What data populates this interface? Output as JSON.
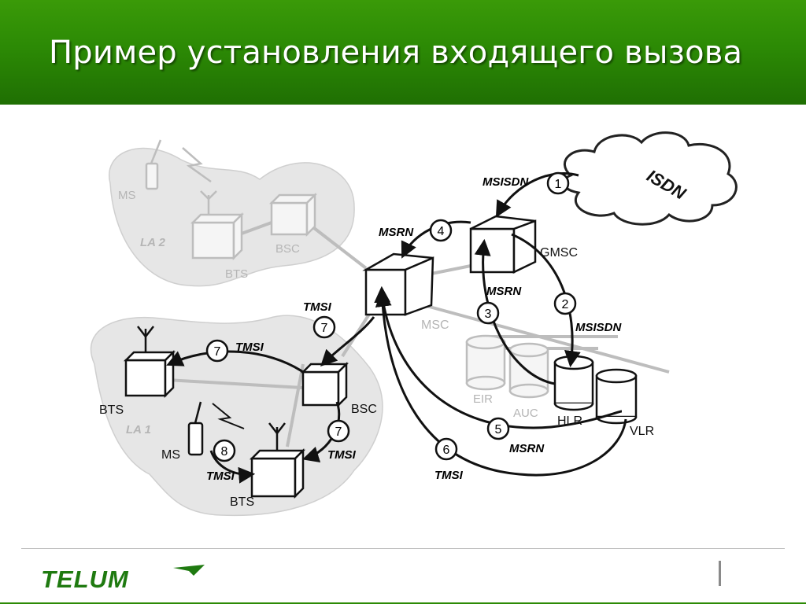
{
  "slide": {
    "title": "Пример установления входящего вызова"
  },
  "diagram": {
    "la2": {
      "area_label": "LA 2",
      "ms_label": "MS",
      "bts_label": "BTS",
      "bsc_label": "BSC"
    },
    "la1": {
      "area_label": "LA 1",
      "ms_label": "MS",
      "bts_left_label": "BTS",
      "bts_bottom_label": "BTS",
      "bsc_label": "BSC"
    },
    "core": {
      "msc_label": "MSC",
      "gmsc_label": "GMSC",
      "eir_label": "EIR",
      "auc_label": "AUC",
      "hlr_label": "HLR",
      "vlr_label": "VLR",
      "isdn_label": "ISDN"
    },
    "steps": [
      {
        "num": "1",
        "label": "MSISDN"
      },
      {
        "num": "2",
        "label": "MSISDN"
      },
      {
        "num": "3",
        "label": "MSRN"
      },
      {
        "num": "4",
        "label": "MSRN"
      },
      {
        "num": "5",
        "label": "MSRN"
      },
      {
        "num": "6",
        "label": "TMSI"
      },
      {
        "num": "7",
        "label": "TMSI"
      },
      {
        "num": "7",
        "label": "TMSI"
      },
      {
        "num": "7",
        "label": "TMSI"
      },
      {
        "num": "8",
        "label": "TMSI"
      }
    ]
  },
  "footer": {
    "logo_text": "TELUM",
    "brand_color": "#1f7a10"
  }
}
